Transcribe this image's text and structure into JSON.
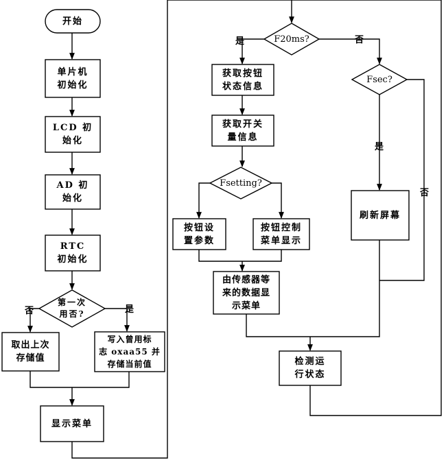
{
  "flowchart": {
    "left": {
      "start": "开始",
      "mcu_init": "单片机\n初始化",
      "lcd_init": "LCD 初\n始化",
      "ad_init": "AD 初\n始化",
      "rtc_init": "RTC\n初始化",
      "first_use": "第一次\n用否?",
      "read_last": "取出上次\n存储值",
      "write_flag": "写入曾用标\n志 oxaa55 并\n存储当前值",
      "show_menu": "显示菜单"
    },
    "right": {
      "f20ms": "F20ms?",
      "get_button": "获取按钮\n状态信息",
      "get_switch": "获取开关\n量信息",
      "fsetting": "Fsetting?",
      "button_setup": "按钮设\n置参数",
      "button_menu": "按钮控制\n菜单显示",
      "sensor_menu": "由传感器等\n来的数据显\n示菜单",
      "fsec": "Fsec?",
      "refresh": "刷新屏幕",
      "check_status": "检测运\n行状态"
    },
    "labels": {
      "yes": "是",
      "no": "否"
    }
  }
}
